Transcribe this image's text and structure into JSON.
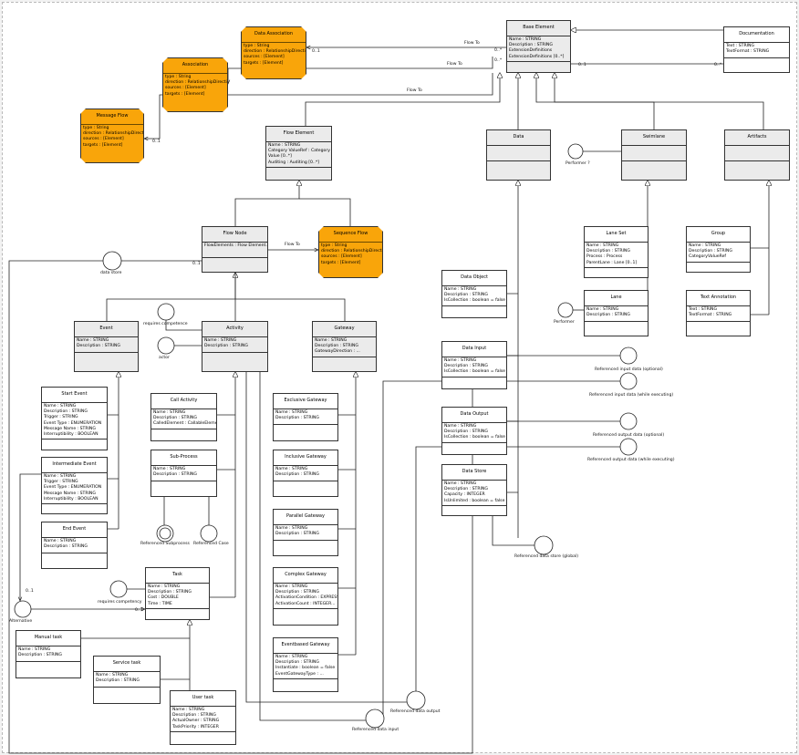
{
  "classes": {
    "base_element": {
      "name": "Base Element",
      "attrs": [
        "Name : STRING",
        "Description : STRING",
        "ExtensionDefinitions",
        "ExtensionDefinitions [0..*]"
      ]
    },
    "documentation": {
      "name": "Documentation",
      "attrs": [
        "Text : STRING",
        "TextFormat : STRING"
      ]
    },
    "data_association": {
      "name": "Data Association",
      "attrs": [
        "type : String",
        "direction : RelationshipDirection",
        "sources : [Element]",
        "targets : [Element]"
      ]
    },
    "association": {
      "name": "Association",
      "attrs": [
        "type : String",
        "direction : RelationshipDirection",
        "sources : [Element]",
        "targets : [Element]"
      ]
    },
    "message_flow": {
      "name": "Message Flow",
      "attrs": [
        "type : String",
        "direction : RelationshipDirection",
        "sources : [Element]",
        "targets : [Element]"
      ]
    },
    "flow_element": {
      "name": "Flow Element",
      "attrs": [
        "Name : STRING",
        "Category ValueRef : Category",
        "Value [0..*]",
        "Auditing : Auditing [0..*]"
      ]
    },
    "data": {
      "name": "Data",
      "attrs": []
    },
    "swimlane": {
      "name": "Swimlane",
      "attrs": []
    },
    "artifacts": {
      "name": "Artifacts",
      "attrs": []
    },
    "flow_node": {
      "name": "Flow Node",
      "attrs": [
        "FlowElements : Flow Element..."
      ]
    },
    "sequence_flow": {
      "name": "Sequence Flow",
      "attrs": [
        "type : String",
        "direction : RelationshipDirection",
        "sources : [Element]",
        "targets : [Element]"
      ]
    },
    "lane_set": {
      "name": "Lane Set",
      "attrs": [
        "Name : STRING",
        "Description : STRING",
        "Process : Process",
        "ParentLane : Lane [0..1]"
      ]
    },
    "group": {
      "name": "Group",
      "attrs": [
        "Name : STRING",
        "Description : STRING",
        "CategoryValueRef"
      ]
    },
    "lane": {
      "name": "Lane",
      "attrs": [
        "Name : STRING",
        "Description : STRING"
      ]
    },
    "text_annotation": {
      "name": "Text Annotation",
      "attrs": [
        "Text : STRING",
        "TextFormat : STRING"
      ]
    },
    "data_object": {
      "name": "Data Object",
      "attrs": [
        "Name : STRING",
        "Description : STRING",
        "IsCollection : boolean = false"
      ]
    },
    "data_input": {
      "name": "Data Input",
      "attrs": [
        "Name : STRING",
        "Description : STRING",
        "IsCollection : boolean = false"
      ]
    },
    "data_output": {
      "name": "Data Output",
      "attrs": [
        "Name : STRING",
        "Description : STRING",
        "IsCollection : boolean = false"
      ]
    },
    "data_store": {
      "name": "Data Store",
      "attrs": [
        "Name : STRING",
        "Description : STRING",
        "Capacity : INTEGER",
        "IsUnlimited : boolean = false"
      ]
    },
    "event": {
      "name": "Event",
      "attrs": [
        "Name : STRING",
        "Description : STRING"
      ]
    },
    "activity": {
      "name": "Activity",
      "attrs": [
        "Name : STRING",
        "Description : STRING"
      ]
    },
    "gateway": {
      "name": "Gateway",
      "attrs": [
        "Name : STRING",
        "Description : STRING",
        "GatewayDirection : ..."
      ]
    },
    "start_event": {
      "name": "Start Event",
      "attrs": [
        "Name : STRING",
        "Description : STRING",
        "Trigger : STRING",
        "Event Type : ENUMERATION",
        "Message Name : STRING",
        "Interruptibility : BOOLEAN"
      ]
    },
    "call_activity": {
      "name": "Call Activity",
      "attrs": [
        "Name : STRING",
        "Description : STRING",
        "CalledElement : CallableElement"
      ]
    },
    "exclusive_gateway": {
      "name": "Exclusive Gateway",
      "attrs": [
        "Name : STRING",
        "Description : STRING"
      ]
    },
    "intermediate_event": {
      "name": "Intermediate Event",
      "attrs": [
        "Name : STRING",
        "Trigger : STRING",
        "Event Type : ENUMERATION",
        "Message Name : STRING",
        "Interruptibility : BOOLEAN"
      ]
    },
    "sub_process": {
      "name": "Sub-Process",
      "attrs": [
        "Name : STRING",
        "Description : STRING"
      ]
    },
    "inclusive_gateway": {
      "name": "Inclusive Gateway",
      "attrs": [
        "Name : STRING",
        "Description : STRING"
      ]
    },
    "end_event": {
      "name": "End Event",
      "attrs": [
        "Name : STRING",
        "Description : STRING"
      ]
    },
    "parallel_gateway": {
      "name": "Parallel Gateway",
      "attrs": [
        "Name : STRING",
        "Description : STRING"
      ]
    },
    "task": {
      "name": "Task",
      "attrs": [
        "Name : STRING",
        "Description : STRING",
        "Cost : DOUBLE",
        "Time : TIME"
      ]
    },
    "complex_gateway": {
      "name": "Complex Gateway",
      "attrs": [
        "Name : STRING",
        "Description : STRING",
        "ActivationCondition : EXPRESSION [0..1]",
        "ActivationCount : INTEGER..."
      ]
    },
    "manual_task": {
      "name": "Manual task",
      "attrs": [
        "Name : STRING",
        "Description : STRING"
      ]
    },
    "service_task": {
      "name": "Service task",
      "attrs": [
        "Name : STRING",
        "Description : STRING"
      ]
    },
    "event_based_gateway": {
      "name": "Eventbased Gateway",
      "attrs": [
        "Name : STRING",
        "Description : STRING",
        "Instantiate : boolean = false",
        "EventGatewayType : ..."
      ]
    },
    "user_task": {
      "name": "User task",
      "attrs": [
        "Name : STRING",
        "Description : STRING",
        "ActualOwner : STRING",
        "TaskPriority : INTEGER"
      ]
    }
  },
  "labels": {
    "flow_to_1": "Flow To",
    "flow_to_2": "Flow To",
    "flow_to_3": "Flow To",
    "flow_to_4": "Flow To",
    "mult_0_1": "0..1",
    "mult_0_star": "0..*",
    "data_store": "data store",
    "performer": "Performer ?",
    "performer2": "Performer",
    "requires_competence": "requires competence",
    "actor": "actor",
    "referenced_subprocess": "Referenced Subprocess",
    "referenced_case": "Referenced Case",
    "requires_competency": "requires competency",
    "alternative": "Alternative",
    "ref_input_optional": "Referenced input data (optional)",
    "ref_input_while": "Referenced input data (while executing)",
    "ref_output_optional": "Referenced output data (optional)",
    "ref_output_while": "Referenced output data (while executing)",
    "ref_data_store_global": "Referenced data store (global)",
    "ref_data_output": "Referenced data output",
    "ref_data_input": "Referenced data input"
  },
  "colors": {
    "association_fill": "#f9a50a",
    "grey_fill": "#ebebeb"
  }
}
